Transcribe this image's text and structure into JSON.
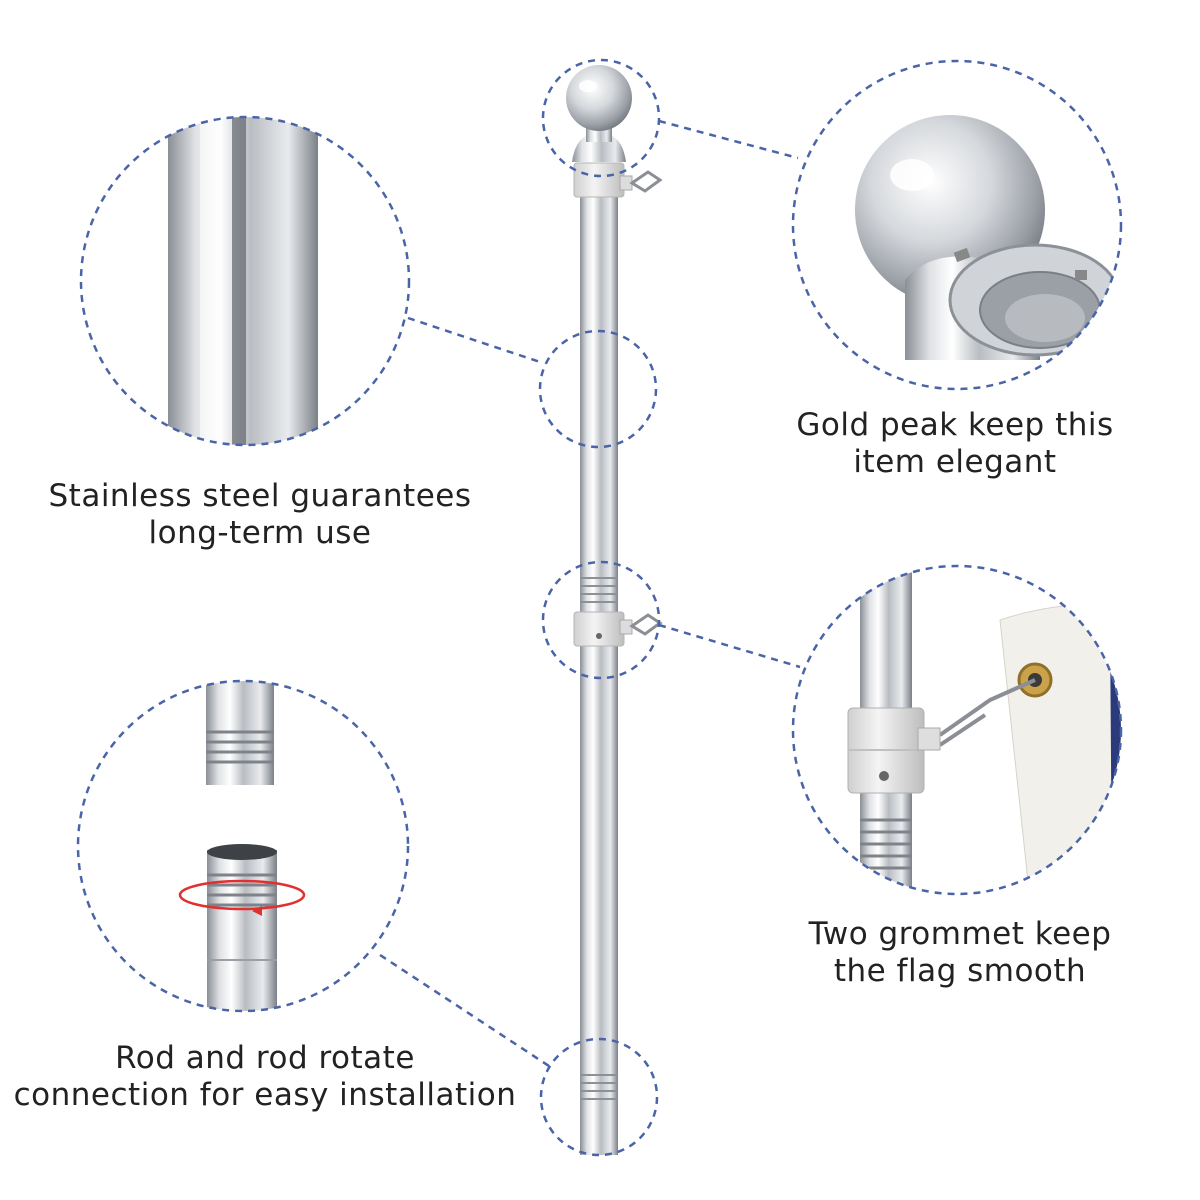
{
  "colors": {
    "dash": "#4a64a8",
    "steel_light": "#f3f4f6",
    "steel_mid": "#c4c7cc",
    "steel_dark": "#7e838a",
    "clip": "#e6e6e6",
    "arrow": "#e03030",
    "grommet": "#c9a24a",
    "text": "#222222"
  },
  "icons": [
    "ball-finial-icon",
    "rotate-arrow-icon",
    "grommet-icon",
    "snap-hook-icon"
  ],
  "callouts": {
    "steel": [
      "Stainless steel guarantees",
      "long-term use"
    ],
    "peak": [
      "Gold peak keep this",
      "item elegant"
    ],
    "rod": [
      "Rod and rod rotate",
      "connection for easy installation"
    ],
    "grommet": [
      "Two grommet keep",
      "the flag smooth"
    ]
  }
}
